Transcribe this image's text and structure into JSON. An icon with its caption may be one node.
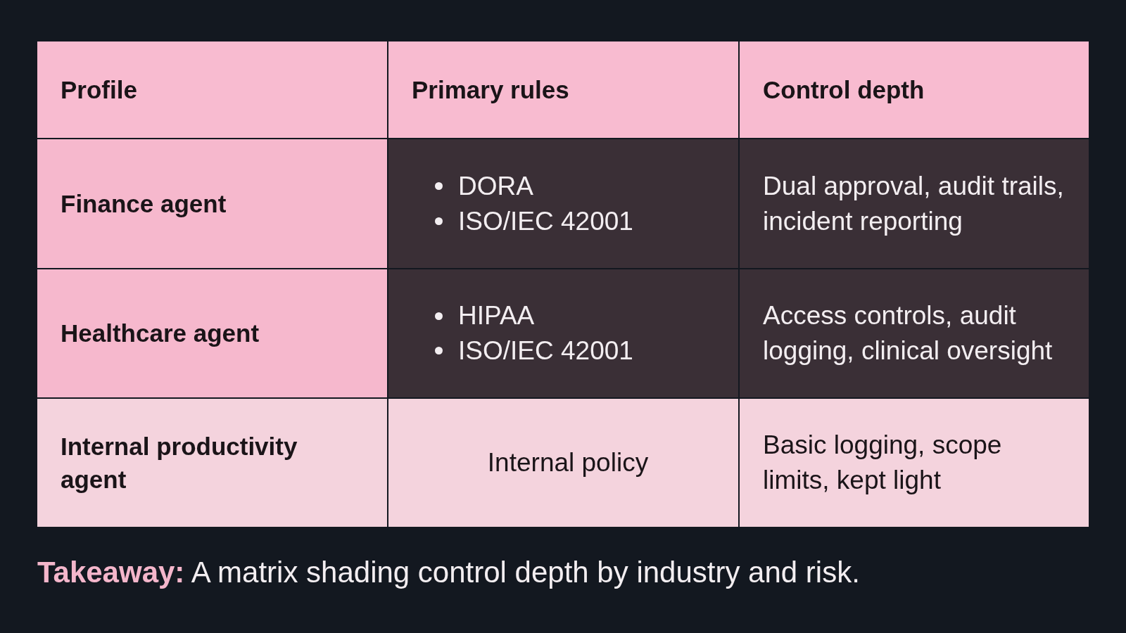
{
  "diagram": {
    "caption": "**Takeaway:** A matrix shading control depth by industry and risk.",
    "nodes": [
      {
        "text": [
          "Profile"
        ]
      },
      {
        "text": [
          "Primary rules"
        ]
      },
      {
        "text": [
          "Control depth"
        ]
      },
      {
        "text": [
          "Finance agent"
        ]
      },
      {
        "text": [
          "DORA",
          "ISO/IEC 42001"
        ]
      },
      {
        "text": [
          "Dual approval, audit trails, incident reporting"
        ]
      },
      {
        "text": [
          "Healthcare agent"
        ]
      },
      {
        "text": [
          "HIPAA",
          "ISO/IEC 42001"
        ]
      },
      {
        "text": [
          "Access controls, audit logging, clinical oversight"
        ]
      },
      {
        "text": [
          "Internal productivity agent"
        ]
      },
      {
        "text": [
          "Internal policy"
        ]
      },
      {
        "text": [
          "Basic logging, scope limits, kept light"
        ]
      }
    ]
  }
}
